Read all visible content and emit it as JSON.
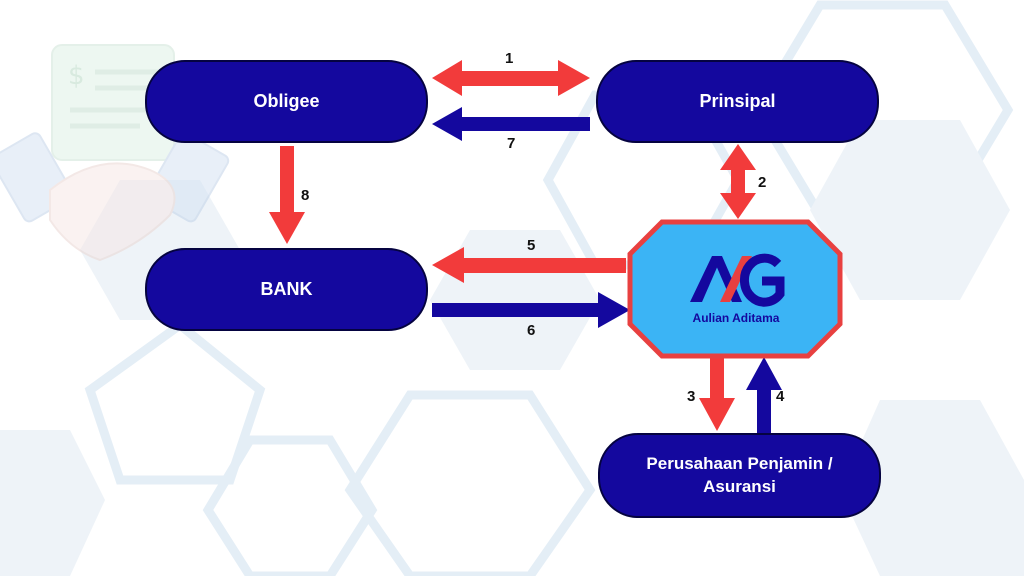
{
  "nodes": {
    "obligee": "Obligee",
    "prinsipal": "Prinsipal",
    "bank": "BANK",
    "penjamin": "Perusahaan Penjamin / Asuransi"
  },
  "logo": {
    "initials": "AG",
    "name": "Aulian Aditama"
  },
  "steps": {
    "s1": "1",
    "s2": "2",
    "s3": "3",
    "s4": "4",
    "s5": "5",
    "s6": "6",
    "s7": "7",
    "s8": "8"
  },
  "colors": {
    "node_fill": "#14089e",
    "red_arrow": "#f23b3b",
    "blue_arrow": "#14089e",
    "logo_bg": "#3bb4f5",
    "logo_border": "#e84040"
  }
}
